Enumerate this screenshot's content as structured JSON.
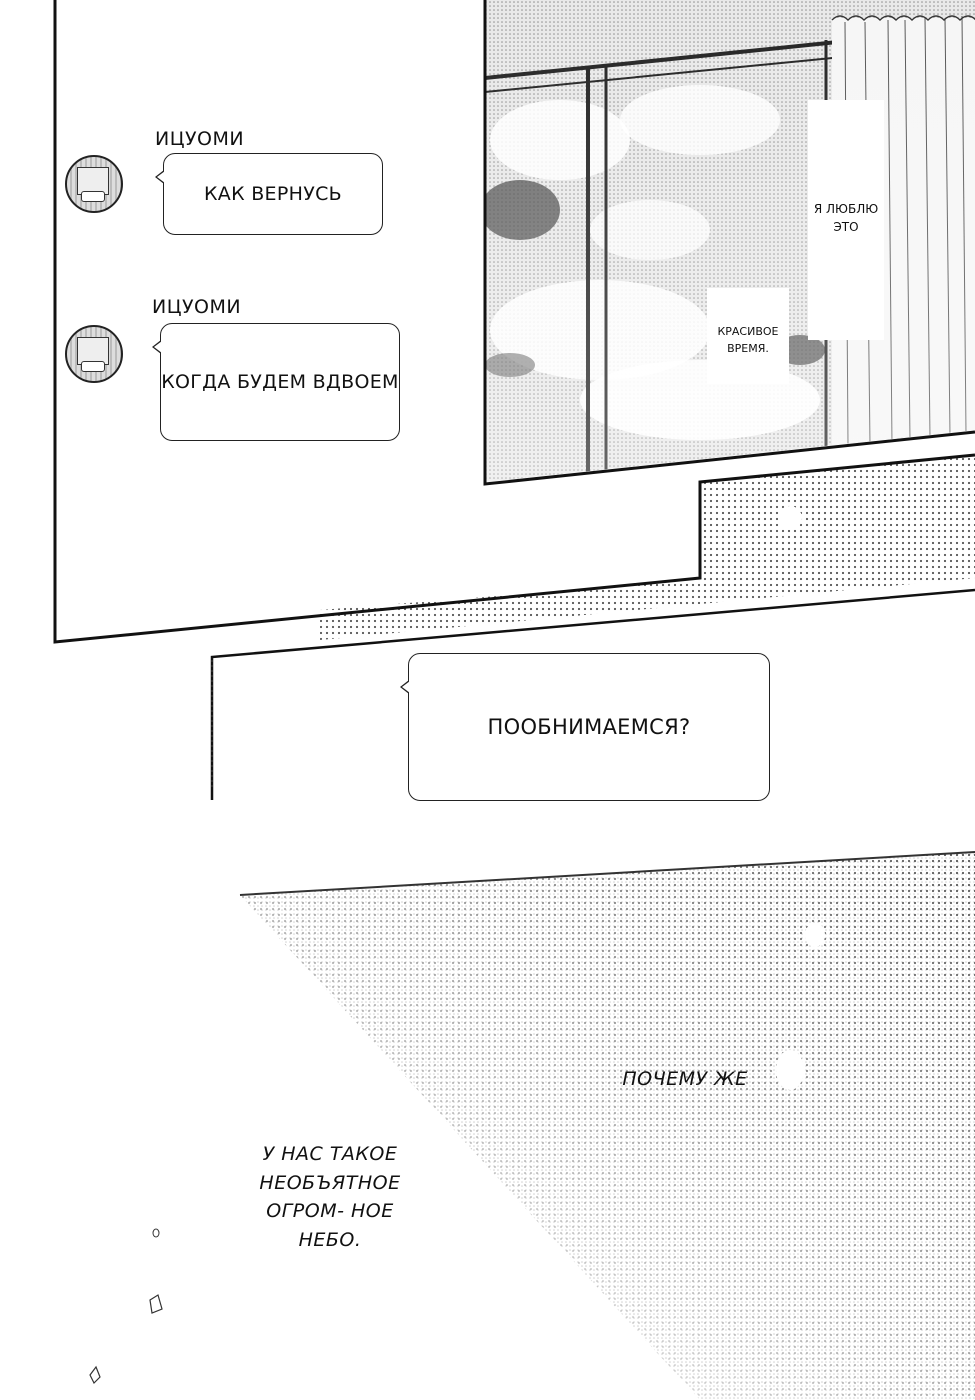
{
  "chat": {
    "messages": [
      {
        "sender": "ИЦУОМИ",
        "text": "КАК ВЕРНУСЬ"
      },
      {
        "sender": "ИЦУОМИ",
        "text": "КОГДА БУДЕМ ВДВОЕМ"
      },
      {
        "sender": "",
        "text": "ПООБНИМАЕМСЯ?"
      }
    ]
  },
  "captions": {
    "love_this": "Я ЛЮБЛЮ ЭТО",
    "beautiful_time": "КРАСИВОЕ ВРЕМЯ."
  },
  "narration": {
    "why": "ПОЧЕМУ ЖЕ",
    "sky": "У НАС ТАКОЕ НЕОБЪЯТНОЕ ОГРОМ- НОЕ НЕБО."
  }
}
